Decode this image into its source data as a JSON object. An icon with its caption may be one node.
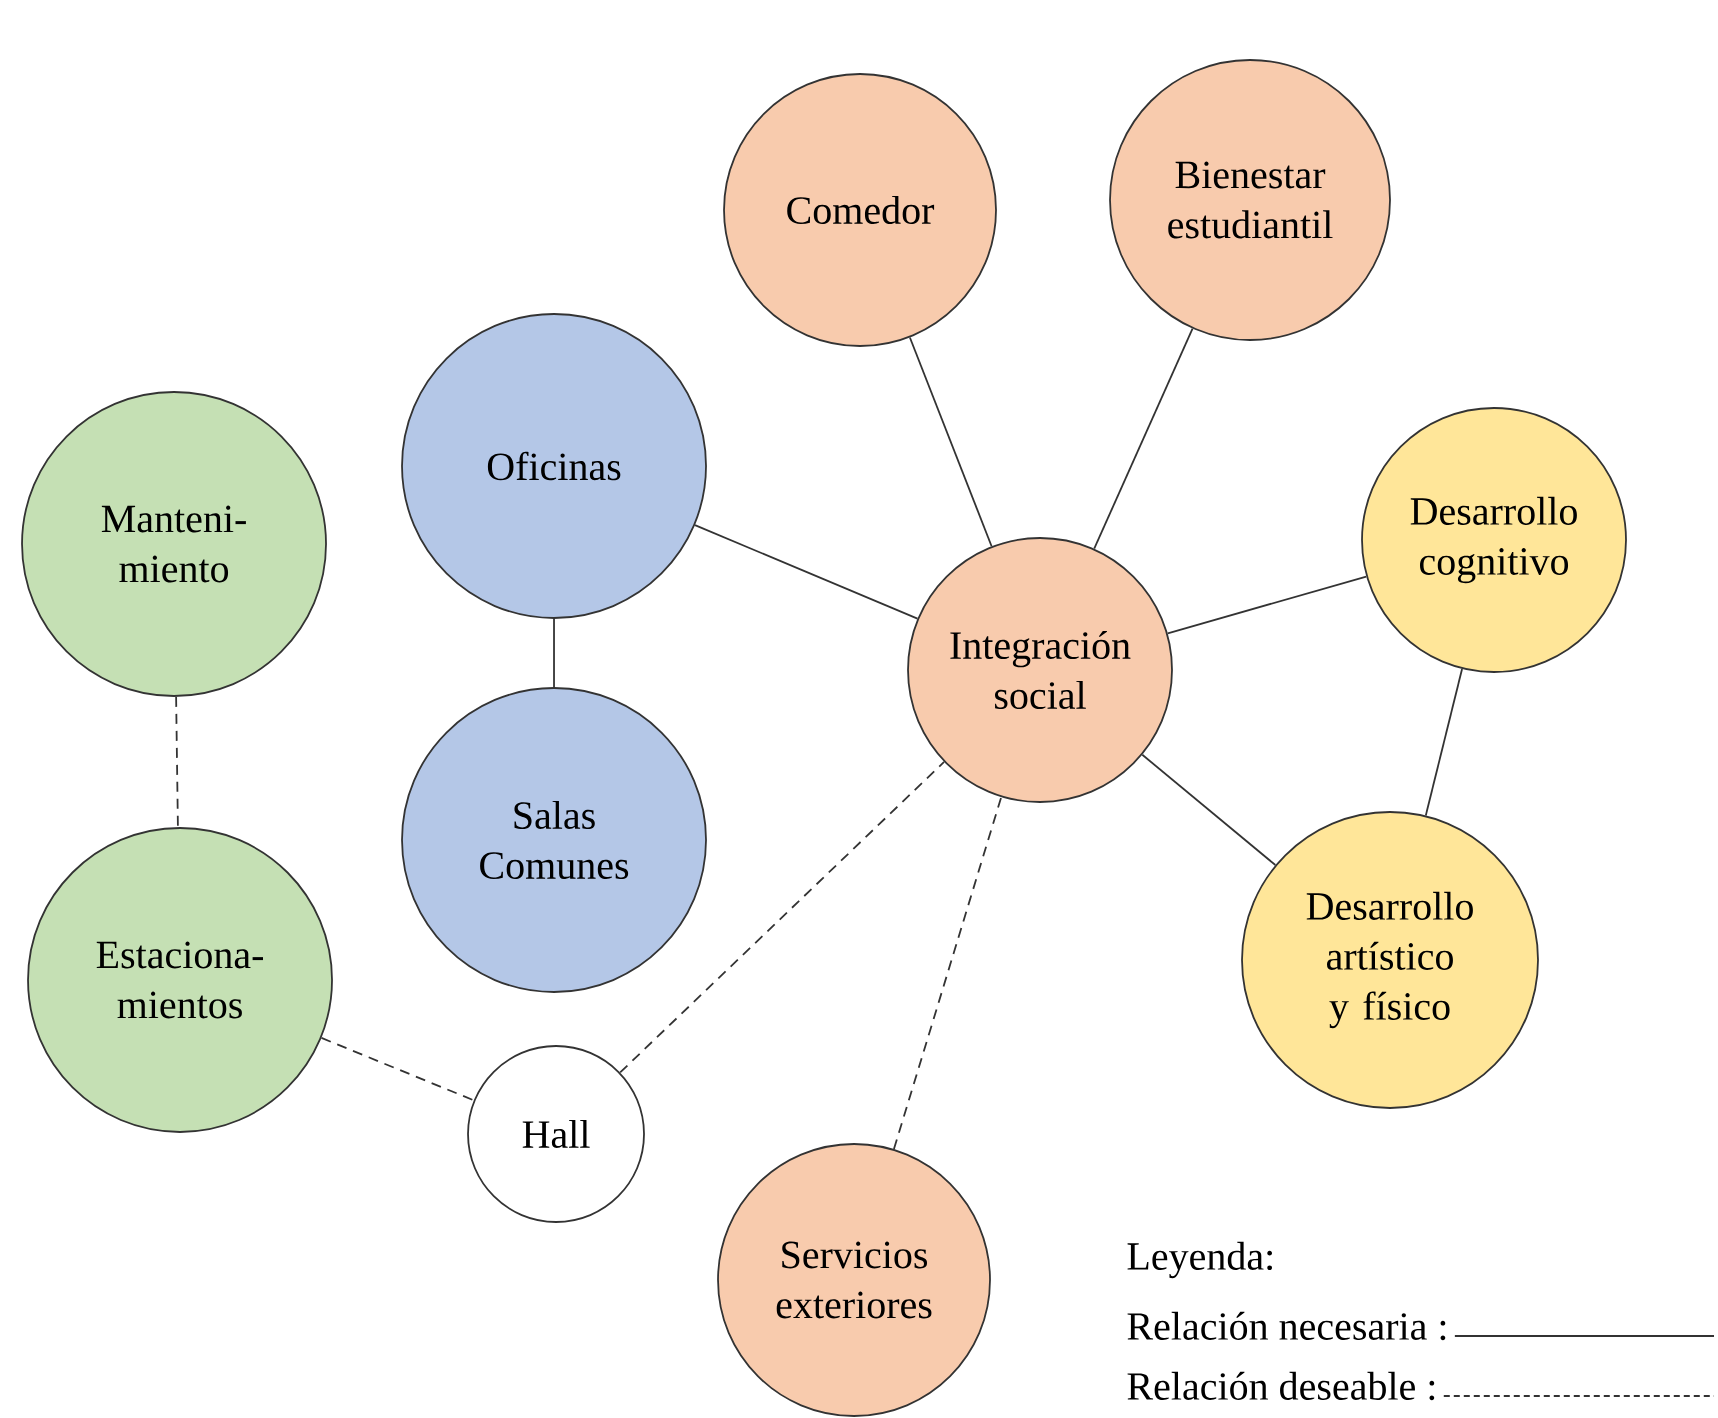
{
  "diagram": {
    "nodes": [
      {
        "text": [
          "Comedor"
        ]
      },
      {
        "text": [
          "Bienestar estudiantil"
        ]
      },
      {
        "text": [
          "Oficinas"
        ]
      },
      {
        "text": [
          "Manteni- miento"
        ]
      },
      {
        "text": [
          "Integración social"
        ]
      },
      {
        "text": [
          "Desarrollo cognitivo"
        ]
      },
      {
        "text": [
          "Salas Comunes"
        ]
      },
      {
        "text": [
          "Estaciona- mientos"
        ]
      },
      {
        "text": [
          "Desarrollo artístico y físico"
        ]
      },
      {
        "text": [
          "Hall"
        ]
      },
      {
        "text": [
          "Servicios exteriores"
        ]
      }
    ],
    "edges": [
      {
        "from": 0,
        "to": 4,
        "arrow": "none"
      },
      {
        "from": 1,
        "to": 4,
        "arrow": "none"
      },
      {
        "from": 2,
        "to": 4,
        "arrow": "none"
      },
      {
        "from": 2,
        "to": 6,
        "arrow": "none"
      },
      {
        "from": 4,
        "to": 5,
        "arrow": "none"
      },
      {
        "from": 4,
        "to": 8,
        "arrow": "none"
      },
      {
        "from": 5,
        "to": 8,
        "arrow": "none"
      },
      {
        "from": 3,
        "to": 7,
        "arrow": "none",
        "style": "dashed"
      },
      {
        "from": 7,
        "to": 9,
        "arrow": "none",
        "style": "dashed"
      },
      {
        "from": 9,
        "to": 4,
        "arrow": "none",
        "style": "dashed"
      },
      {
        "from": 10,
        "to": 4,
        "arrow": "none",
        "style": "dashed"
      }
    ],
    "labels": [
      "Leyenda:"
    ],
    "legend": [
      {
        "text": "Relación necesaria :"
      },
      {
        "text": "Relación deseable :"
      }
    ]
  }
}
